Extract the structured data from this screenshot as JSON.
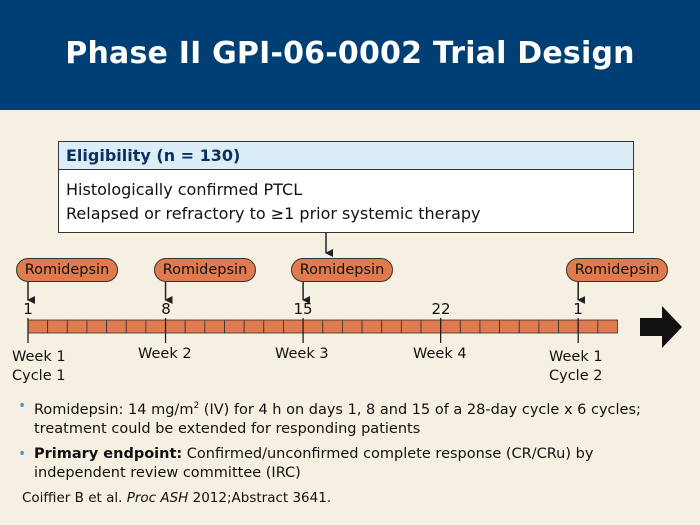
{
  "title": "Phase II GPI-06-0002 Trial Design",
  "eligibility": {
    "header": "Eligibility (n = 130)",
    "lines": [
      "Histologically confirmed PTCL",
      "Relapsed or refractory to ≥1 prior systemic therapy"
    ]
  },
  "timeline": {
    "total_days": 28,
    "days": [
      "1",
      "8",
      "15",
      "22",
      "1"
    ],
    "dose_label": "Romidepsin",
    "weeks": [
      {
        "line1": "Week 1",
        "line2": "Cycle 1"
      },
      {
        "line1": "Week 2",
        "line2": ""
      },
      {
        "line1": "Week 3",
        "line2": ""
      },
      {
        "line1": "Week 4",
        "line2": ""
      },
      {
        "line1": "Week 1",
        "line2": "Cycle 2"
      }
    ],
    "bar_color": "#e07a4f"
  },
  "bullets": [
    {
      "prefix": "Romidepsin: 14 mg/m",
      "sup": "2",
      "suffix": " (IV) for 4 h on days 1, 8 and 15 of a 28-day cycle x 6 cycles; treatment could be extended for responding patients"
    },
    {
      "bold": "Primary endpoint:",
      "rest": " Confirmed/unconfirmed complete response (CR/CRu) by independent review committee (IRC)"
    }
  ],
  "citation": {
    "pre": "Coiffier B et al. ",
    "journal": "Proc ASH",
    "post": " 2012;Abstract 3641."
  },
  "colors": {
    "header_bg": "#003f73",
    "slide_bg": "#f5f0e1",
    "eligibility_header_bg": "#dbeef7",
    "bullet_marker": "#4a9ec8"
  }
}
